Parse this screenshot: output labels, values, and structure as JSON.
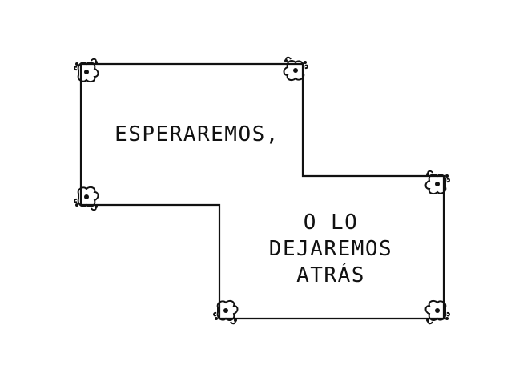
{
  "panel": {
    "border_color": "#111111",
    "background_color": "#ffffff"
  },
  "captions": {
    "first": "ESPERAREMOS,",
    "second": [
      "O LO",
      "DEJAREMOS",
      "ATRÁS"
    ]
  }
}
